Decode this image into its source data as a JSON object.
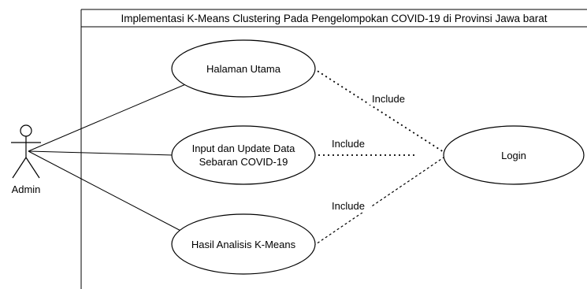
{
  "system": {
    "title": "Implementasi K-Means Clustering Pada Pengelompokan COVID-19 di Provinsi Jawa barat"
  },
  "actor": {
    "name": "Admin"
  },
  "use_cases": {
    "halaman_utama": "Halaman Utama",
    "input_update_line1": "Input dan Update Data",
    "input_update_line2": "Sebaran COVID-19",
    "hasil_analisis": "Hasil Analisis K-Means",
    "login": "Login"
  },
  "relations": {
    "include_1": "Include",
    "include_2": "Include",
    "include_3": "Include"
  },
  "colors": {
    "stroke": "#000000",
    "background": "#ffffff"
  }
}
